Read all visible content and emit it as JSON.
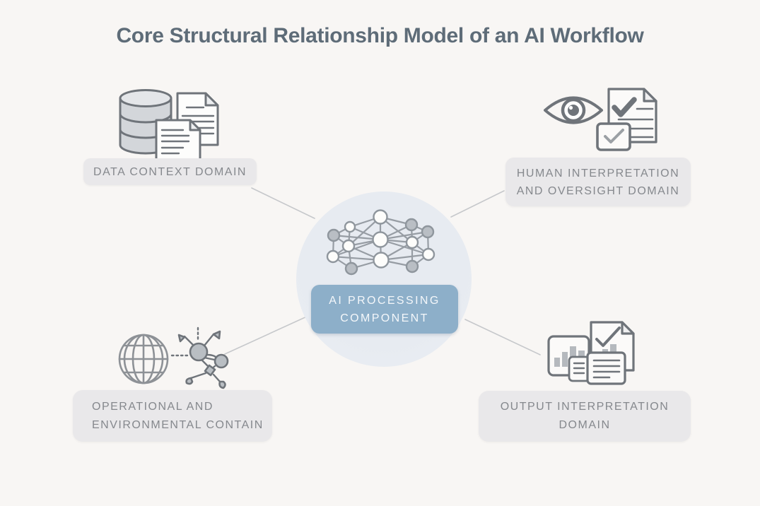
{
  "title": "Core Structural Relationship Model of an AI Workflow",
  "center": {
    "label": [
      "AI PROCESSING",
      "COMPONENT"
    ],
    "icon": "neural-network-icon"
  },
  "domains": [
    {
      "id": "data-context",
      "position": "top-left",
      "icon": "database-documents-icon",
      "label_lines": [
        "DATA CONTEXT DOMAIN"
      ]
    },
    {
      "id": "human-oversight",
      "position": "top-right",
      "icon": "eye-checklist-icon",
      "label_lines": [
        "HUMAN INTERPRETATION",
        "AND OVERSIGHT DOMAIN"
      ]
    },
    {
      "id": "operational-environmental",
      "position": "bottom-left",
      "icon": "globe-molecule-icon",
      "label_lines": [
        "OPERATIONAL AND",
        "ENVIRONMENTAL CONTAIN"
      ]
    },
    {
      "id": "output-interpretation",
      "position": "bottom-right",
      "icon": "charts-report-icon",
      "label_lines": [
        "OUTPUT INTERPRETATION",
        "DOMAIN"
      ]
    }
  ],
  "colors": {
    "bg": "#f8f6f4",
    "box_bg": "#e9e8ea",
    "box_text": "#85888d",
    "title": "#5e6c78",
    "line": "#c6c8cb",
    "stroke": "#6f747a",
    "node_gray": "#b9bec4",
    "node_white": "#fdfdfb",
    "circle": "#e7ebf1",
    "button": "#8dafc9",
    "button_text": "#f4f7fa"
  }
}
